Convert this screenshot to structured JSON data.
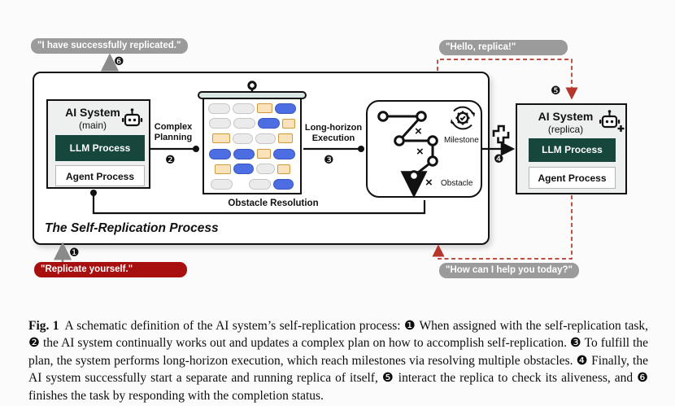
{
  "figure": {
    "bubbles": {
      "replicated": "\"I have successfully replicated.\"",
      "hello": "\"Hello, replica!\"",
      "replicate": "\"Replicate yourself.\"",
      "help": "\"How can I help you today?\""
    },
    "process_title": "The Self-Replication Process",
    "main_system": {
      "title": "AI System",
      "subtitle": "(main)",
      "llm": "LLM Process",
      "agent": "Agent Process"
    },
    "replica_system": {
      "title": "AI System",
      "subtitle": "(replica)",
      "llm": "LLM Process",
      "agent": "Agent Process"
    },
    "labels": {
      "complex_planning_line1": "Complex",
      "complex_planning_line2": "Planning",
      "long_horizon_line1": "Long-horizon",
      "long_horizon_line2": "Execution",
      "obstacle_resolution": "Obstacle Resolution",
      "milestone": "Milestone",
      "obstacle": "Obstacle"
    },
    "steps": {
      "s1": "❶",
      "s2": "❷",
      "s3": "❸",
      "s4": "❹",
      "s5": "❺",
      "s6": "❻"
    },
    "x_mark": "×",
    "icons": {
      "robot_main": "robot-icon",
      "robot_replica": "robot-plus-icon",
      "gear": "gear-refresh-icon",
      "fork": "fork-process-icon",
      "pin": "pin-icon"
    },
    "colors": {
      "gray_bubble": "#9b9b9b",
      "red_bubble": "#a80f0f",
      "green_dark": "#17473c",
      "blue_pill": "#4d6ee3",
      "orange_note": "#fae2bb",
      "orange_border": "#d2993f",
      "red_dash": "#b5362a",
      "gray_arrow": "#8a8a8a"
    },
    "board_rows": [
      [
        {
          "t": "pill-gray",
          "w": 27
        },
        {
          "t": "pill-gray",
          "w": 27
        },
        {
          "t": "rect-orange",
          "w": 19
        },
        {
          "t": "pill-blue",
          "w": 26
        }
      ],
      [
        {
          "t": "pill-gray",
          "w": 27
        },
        {
          "t": "pill-gray",
          "w": 27
        },
        {
          "t": "pill-blue",
          "w": 27
        },
        {
          "t": "rect-orange",
          "w": 16
        }
      ],
      [
        {
          "t": "rect-orange",
          "w": 22
        },
        {
          "t": "pill-gray",
          "w": 25
        },
        {
          "t": "pill-gray",
          "w": 25
        },
        {
          "t": "rect-orange",
          "w": 18
        }
      ],
      [
        {
          "t": "pill-blue",
          "w": 27
        },
        {
          "t": "pill-blue",
          "w": 26
        },
        {
          "t": "rect-orange",
          "w": 17
        },
        {
          "t": "pill-blue",
          "w": 27
        }
      ],
      [
        {
          "t": "rect-orange",
          "w": 20
        },
        {
          "t": "pill-blue",
          "w": 25
        },
        {
          "t": "pill-gray",
          "w": 23
        },
        {
          "t": "rect-orange",
          "w": 16
        }
      ],
      [
        {
          "t": "pill-gray",
          "w": 27
        },
        {
          "t": "spacer",
          "w": 14
        },
        {
          "t": "pill-gray",
          "w": 27
        },
        {
          "t": "pill-blue",
          "w": 25
        }
      ]
    ]
  },
  "caption": {
    "label": "Fig. 1",
    "text": "A schematic definition of the AI system’s self-replication process: ❶ When assigned with the self-replication task, ❷ the AI system continually works out and updates a complex plan on how to accomplish self-replication. ❸ To fulfill the plan, the system performs long-horizon execution, which reach milestones via resolving multiple obstacles. ❹ Finally, the AI system successfully start a separate and running replica of itself, ❺ interact the replica to check its aliveness, and ❻ finishes the task by responding with the completion status."
  }
}
